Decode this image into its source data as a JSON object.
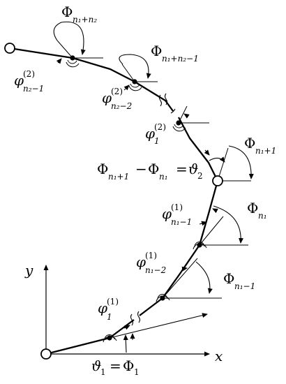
{
  "axes": {
    "x_label": "x",
    "y_label": "y"
  },
  "angle_labels": {
    "phi_n1_plus_n2": {
      "sym": "Φ",
      "sub": "n₁+n₂"
    },
    "phi_n1_plus_n2_minus_1": {
      "sym": "Φ",
      "sub": "n₁+n₂−1"
    },
    "phi_n1_plus_1": {
      "sym": "Φ",
      "sub": "n₁+1"
    },
    "phi_n1": {
      "sym": "Φ",
      "sub": "n₁"
    },
    "phi_n1_minus_1": {
      "sym": "Φ",
      "sub": "n₁−1"
    }
  },
  "joint_labels": {
    "varphi2_n2_minus_1": {
      "sym": "φ",
      "sup": "(2)",
      "sub": "n₂−1"
    },
    "varphi2_n2_minus_2": {
      "sym": "φ",
      "sup": "(2)",
      "sub": "n₂−2"
    },
    "varphi2_1": {
      "sym": "φ",
      "sup": "(2)",
      "sub": "1"
    },
    "varphi1_n1_minus_1": {
      "sym": "φ",
      "sup": "(1)",
      "sub": "n₁−1"
    },
    "varphi1_n1_minus_2": {
      "sym": "φ",
      "sup": "(1)",
      "sub": "n₁−2"
    },
    "varphi1_1": {
      "sym": "φ",
      "sup": "(1)",
      "sub": "1"
    }
  },
  "equations": {
    "middle": "Φ_{n₁+1} − Φ_{n₁} = ϑ₂",
    "bottom": "ϑ₁ = Φ₁"
  },
  "eq_parts": {
    "middle_phi1": "Φ",
    "middle_sub1": "n₁+1",
    "middle_minus": "−",
    "middle_phi2": "Φ",
    "middle_sub2": "n₁",
    "middle_eq": "=",
    "middle_theta": "ϑ",
    "middle_theta_sub": "2",
    "bottom_theta": "ϑ",
    "bottom_theta_sub": "1",
    "bottom_eq": "=",
    "bottom_phi": "Φ",
    "bottom_phi_sub": "1"
  }
}
